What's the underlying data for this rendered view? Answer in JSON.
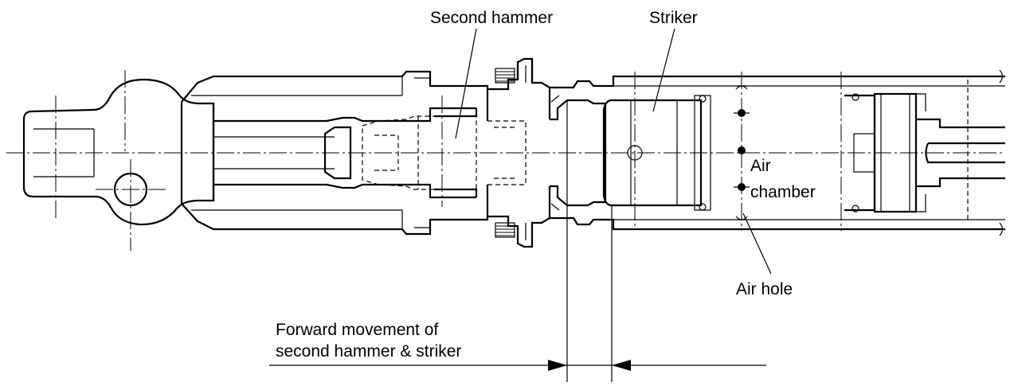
{
  "diagram": {
    "labels": {
      "second_hammer": "Second hammer",
      "striker": "Striker",
      "air_chamber_line1": "Air",
      "air_chamber_line2": "chamber",
      "air_hole": "Air hole",
      "forward_movement_line1": "Forward movement of",
      "forward_movement_line2": "second hammer & striker"
    },
    "colors": {
      "line": "#000000",
      "background": "#ffffff"
    }
  }
}
